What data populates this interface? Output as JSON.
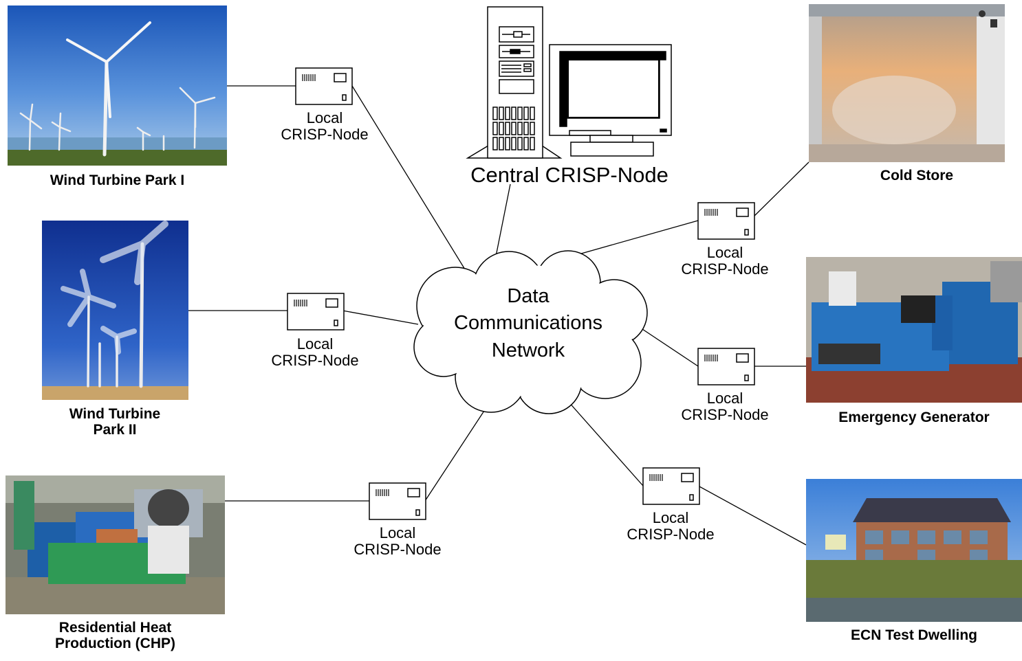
{
  "central_node": {
    "label": "Central CRISP-Node"
  },
  "network": {
    "label": "Data\nCommunications\nNetwork"
  },
  "local_node_label": "Local\nCRISP-Node",
  "sites": {
    "wind1": {
      "label": "Wind Turbine Park I"
    },
    "wind2": {
      "label": "Wind Turbine\nPark II"
    },
    "chp": {
      "label": "Residential Heat\nProduction (CHP)"
    },
    "cold_store": {
      "label": "Cold Store"
    },
    "generator": {
      "label": "Emergency Generator"
    },
    "dwelling": {
      "label": "ECN Test Dwelling"
    }
  }
}
